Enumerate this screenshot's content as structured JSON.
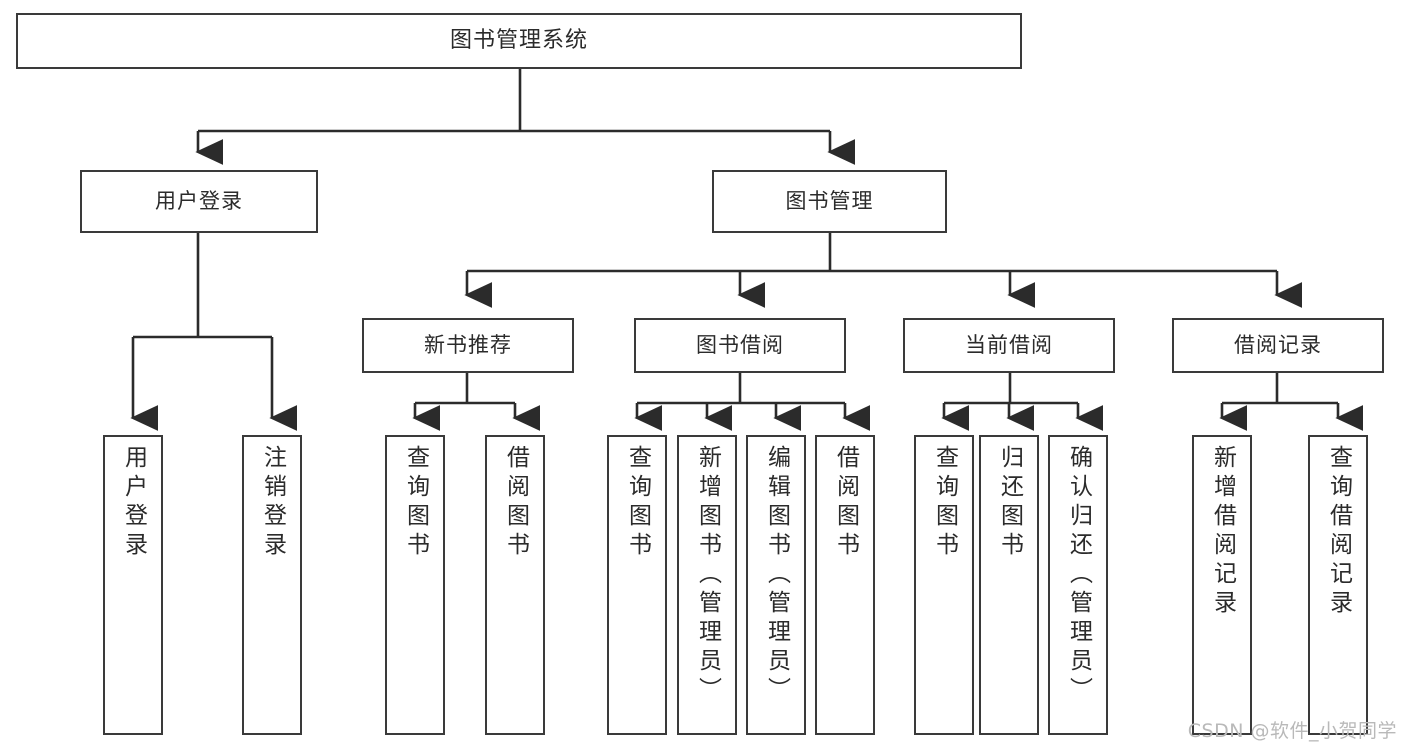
{
  "diagram": {
    "title": "图书管理系统",
    "type": "tree-hierarchy-chart",
    "colors": {
      "box_border": "#3a3a3a",
      "box_fill": "#ffffff",
      "connector": "#2b2b2b",
      "text": "#2b2b2b",
      "watermark": "#b9b9b9",
      "background": "#ffffff"
    },
    "root": {
      "label": "图书管理系统"
    },
    "level2": [
      {
        "label": "用户登录"
      },
      {
        "label": "图书管理"
      }
    ],
    "level3": [
      {
        "label": "新书推荐"
      },
      {
        "label": "图书借阅"
      },
      {
        "label": "当前借阅"
      },
      {
        "label": "借阅记录"
      }
    ],
    "leaves": {
      "user_login": [
        {
          "label": "用户登录"
        },
        {
          "label": "注销登录"
        }
      ],
      "new_book_recommend": [
        {
          "label": "查询图书"
        },
        {
          "label": "借阅图书"
        }
      ],
      "book_borrow": [
        {
          "label": "查询图书"
        },
        {
          "label": "新增图书（管理员）"
        },
        {
          "label": "编辑图书（管理员）"
        },
        {
          "label": "借阅图书"
        }
      ],
      "current_borrow": [
        {
          "label": "查询图书"
        },
        {
          "label": "归还图书"
        },
        {
          "label": "确认归还（管理员）"
        }
      ],
      "borrow_record": [
        {
          "label": "新增借阅记录"
        },
        {
          "label": "查询借阅记录"
        }
      ]
    },
    "watermark": "CSDN @软件_小贺同学"
  }
}
